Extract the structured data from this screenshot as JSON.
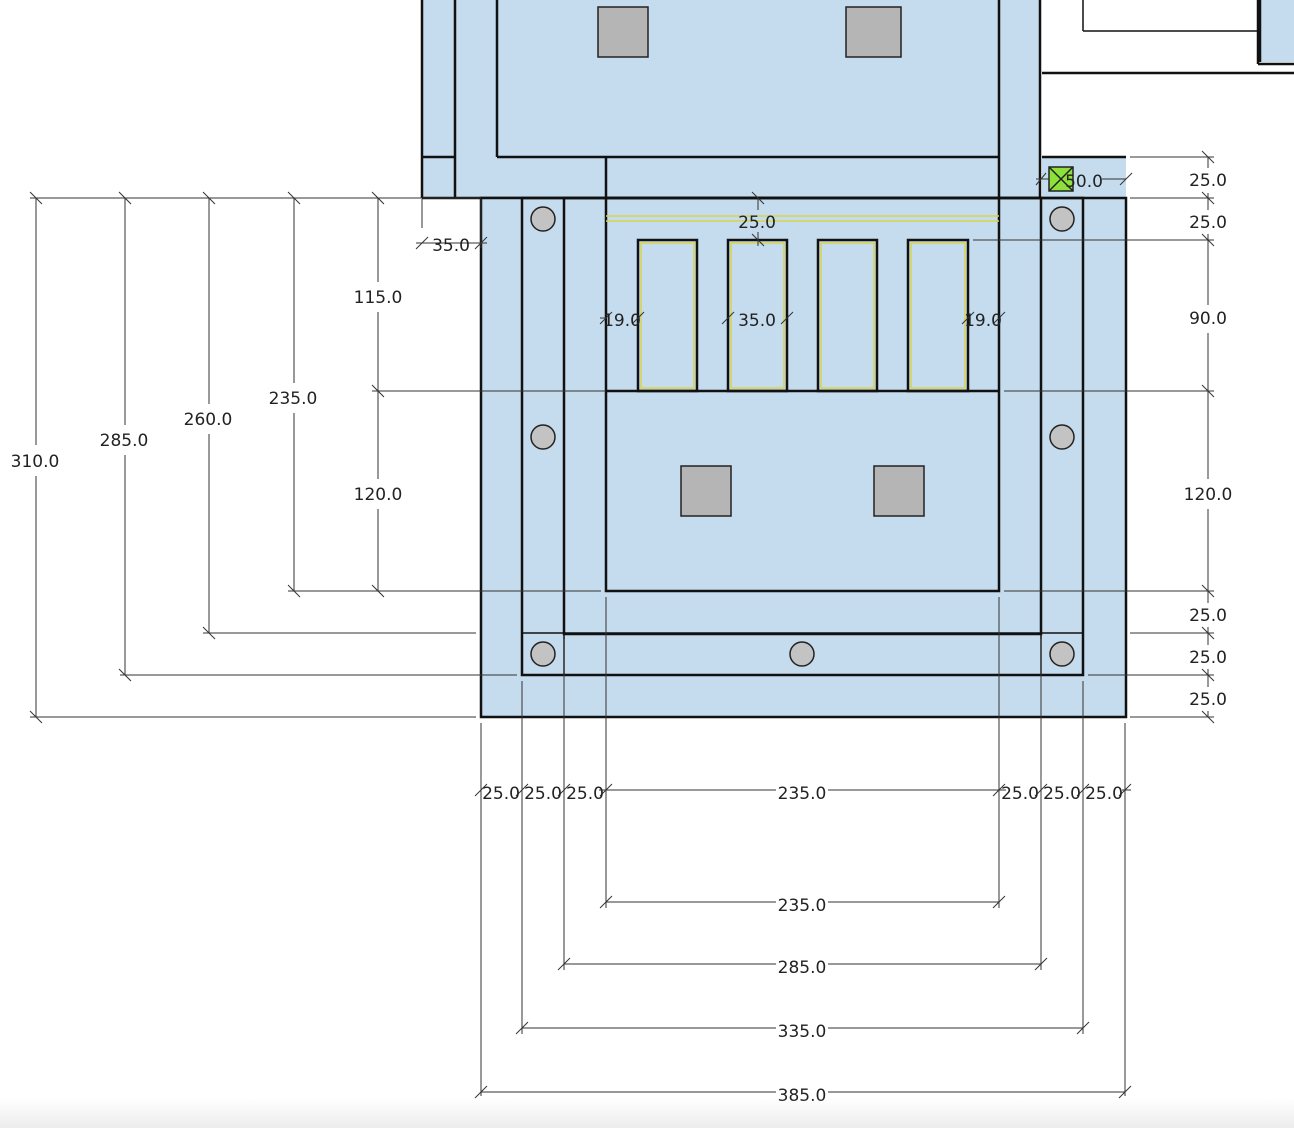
{
  "colors": {
    "board_fill": "#c5dbee",
    "outline": "#111111",
    "dimension_line": "#333333",
    "pad_fill": "#b5b5b5",
    "hole_fill": "#c3c3c3",
    "slot_highlight": "#d8d44a",
    "marker_fill": "#8ee03a"
  },
  "icons": {
    "selection_marker": "crossed-square-icon"
  },
  "dimensions": {
    "left_vertical": [
      "310.0",
      "285.0",
      "260.0",
      "235.0",
      "115.0",
      "120.0"
    ],
    "right_vertical": [
      "25.0",
      "25.0",
      "90.0",
      "120.0",
      "25.0",
      "25.0",
      "25.0"
    ],
    "bottom_row_top": [
      "25.0",
      "25.0",
      "25.0",
      "235.0",
      "25.0",
      "25.0",
      "25.0"
    ],
    "bottom_stacked": [
      "235.0",
      "285.0",
      "335.0",
      "385.0"
    ],
    "interior": {
      "left_offset": "35.0",
      "slot_gap_top": "25.0",
      "slot_left": "19.0",
      "slot_width": "35.0",
      "slot_right": "19.0",
      "marker": "50.0"
    }
  }
}
